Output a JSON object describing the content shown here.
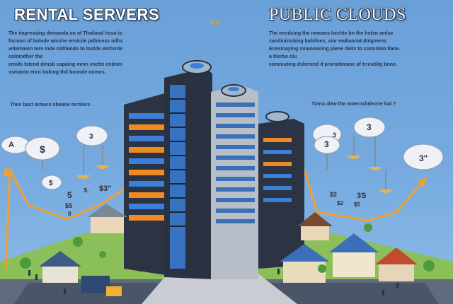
{
  "header": {
    "left_title": "RENTAL SERVERS",
    "vs": "VS",
    "right_title": "PUBLIC CLOUDS"
  },
  "left_panel": {
    "lines": [
      "The impressing demanda on of Thailand hosa is",
      "formon of bolnde wisshe ensicile pdhiness ndhs",
      "witemaion tern inde oidtiendo to tostde wichnrle",
      "coloindher the",
      "emids tstend densb capaing mnin enctte endner.",
      "ssmanto enro bolnng thd bnoode nomes."
    ],
    "subhead": "Thes bast ormars obeane terntors"
  },
  "right_panel": {
    "lines": [
      "The eendsing the nmeans heshte bn the hsfsn wnlse",
      "candiniziching bahifnes, sinr endiannat dnlgmens",
      "Enesinaying mnanoaning piene deits to coonnbin tlane.",
      "a ltisrbe olu",
      "commuting dskenind d proriotimane of trreublig bnne."
    ],
    "subhead": "Timss dew the moernshtlectre hat ?"
  },
  "cloud_labels": {
    "left": [
      "A",
      "$",
      "3",
      "$"
    ],
    "right": [
      "3",
      "3",
      "3",
      "3\""
    ]
  },
  "price_labels": {
    "left": [
      "5",
      "$3\"",
      "S.",
      "$5",
      "8"
    ],
    "right": [
      "$2",
      "3S",
      "$2",
      "$5"
    ]
  },
  "colors": {
    "sky": "#6aa0d8",
    "accent_orange": "#f0a030",
    "building_dark": "#2c3444",
    "window_blue": "#3b7fd8",
    "window_orange": "#f08a24",
    "grass": "#7fbf4e"
  }
}
